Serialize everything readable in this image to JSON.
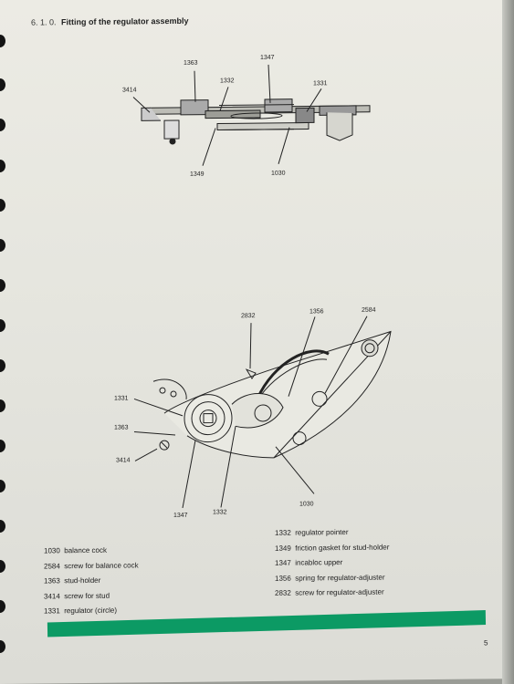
{
  "heading": {
    "number": "6. 1. 0.",
    "title": "Fitting of the regulator assembly"
  },
  "top_figure": {
    "callouts": [
      "1363",
      "1347",
      "3414",
      "1332",
      "1331",
      "1349",
      "1030"
    ]
  },
  "bottom_figure": {
    "callouts": [
      "2832",
      "1356",
      "2584",
      "1331",
      "1363",
      "3414",
      "1347",
      "1332",
      "1030"
    ]
  },
  "parts_left": [
    {
      "code": "1030",
      "name": "balance cock"
    },
    {
      "code": "2584",
      "name": "screw for balance cock"
    },
    {
      "code": "1363",
      "name": "stud-holder"
    },
    {
      "code": "3414",
      "name": "screw for stud"
    },
    {
      "code": "1331",
      "name": "regulator (circle)"
    }
  ],
  "parts_right": [
    {
      "code": "1332",
      "name": "regulator pointer"
    },
    {
      "code": "1349",
      "name": "friction gasket for stud-holder"
    },
    {
      "code": "1347",
      "name": "incabloc upper"
    },
    {
      "code": "1356",
      "name": "spring for regulator-adjuster"
    },
    {
      "code": "2832",
      "name": "screw for regulator-adjuster"
    }
  ],
  "page_number": "5",
  "colors": {
    "accent_bar": "#0c9a64",
    "paper": "#e8e8e1",
    "ink": "#222222"
  }
}
